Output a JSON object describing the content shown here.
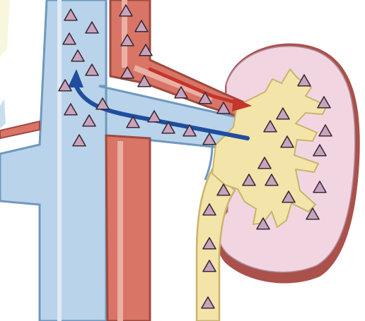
{
  "diagram": {
    "subject": "kidney-renal-vessels-ureter",
    "colors": {
      "vein_fill": "#b9d3ea",
      "vein_dark": "#7ea6cc",
      "artery_fill": "#d97566",
      "artery_light": "#eab0a4",
      "artery_dark": "#9c4a3e",
      "kidney_fill": "#f1d6e2",
      "kidney_rim": "#a9514a",
      "pelvis_fill": "#f3e4a9",
      "pelvis_dark": "#c9b46b",
      "particle_fill": "#c9a3be",
      "particle_stroke": "#3a2a35",
      "flow_blue": "#1f4e9e",
      "flow_red": "#c4352c"
    },
    "flow_arrows": [
      {
        "name": "venous-return-arrow",
        "color": "flow_blue"
      },
      {
        "name": "arterial-supply-arrow",
        "color": "flow_red"
      }
    ],
    "particle_marker": "triangle"
  }
}
